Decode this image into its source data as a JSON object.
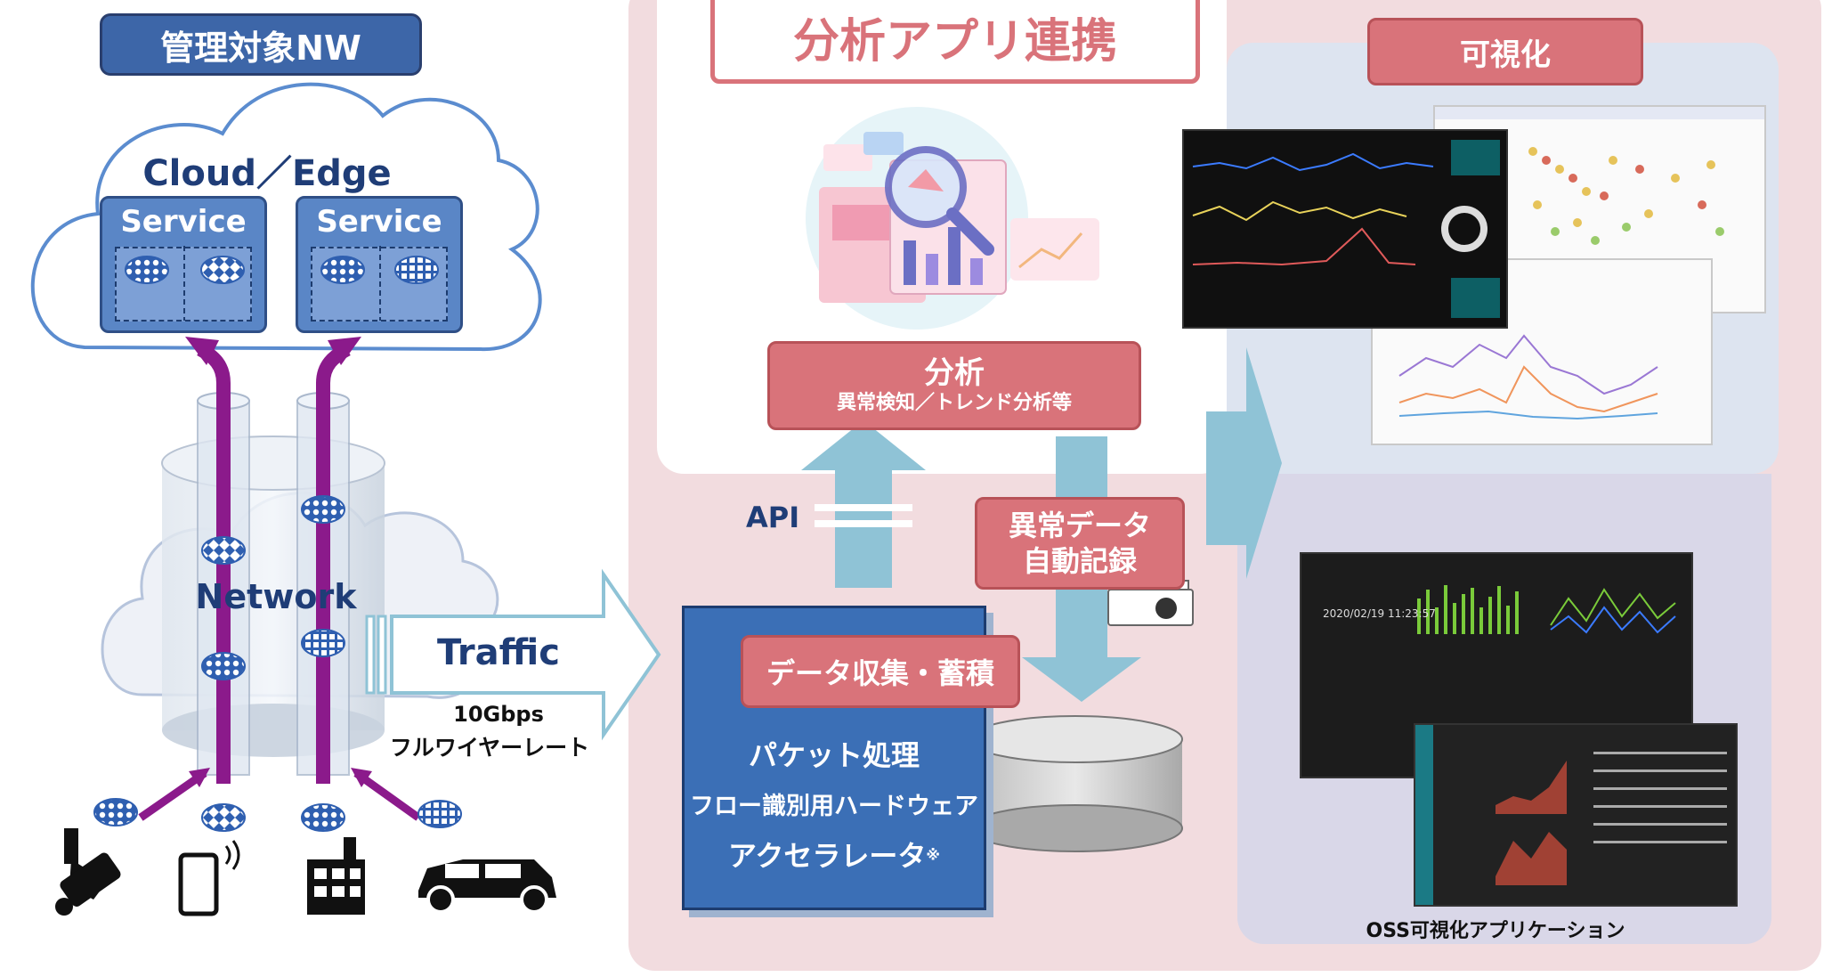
{
  "managed": {
    "title": "管理対象NW",
    "cloud_label": "Cloud／Edge",
    "service1": "Service",
    "service2": "Service",
    "network_label": "Network"
  },
  "traffic": {
    "label": "Traffic",
    "speed": "10Gbps",
    "rate": "フルワイヤーレート"
  },
  "analysis": {
    "title": "分析アプリ連携",
    "analyze_title": "分析",
    "analyze_sub": "異常検知／トレンド分析等",
    "api": "API",
    "anomaly_line1": "異常データ",
    "anomaly_line2": "自動記録",
    "collect": "データ収集・蓄積",
    "hw_line1": "パケット処理",
    "hw_line2": "フロー識別用ハードウェア",
    "hw_line3": "アクセラレータ",
    "hw_note": "※"
  },
  "visualize": {
    "title": "可視化",
    "oss_caption": "OSS可視化アプリケーション",
    "dash_date": "2020/02/19 11:23:57"
  },
  "colors": {
    "blue": "#3d66a8",
    "pink": "#d9737a",
    "panel_pink": "#f2dcdf",
    "panel_blue": "#dde4f0",
    "arrow": "#8fc3d6",
    "purple": "#8b1a8b"
  }
}
